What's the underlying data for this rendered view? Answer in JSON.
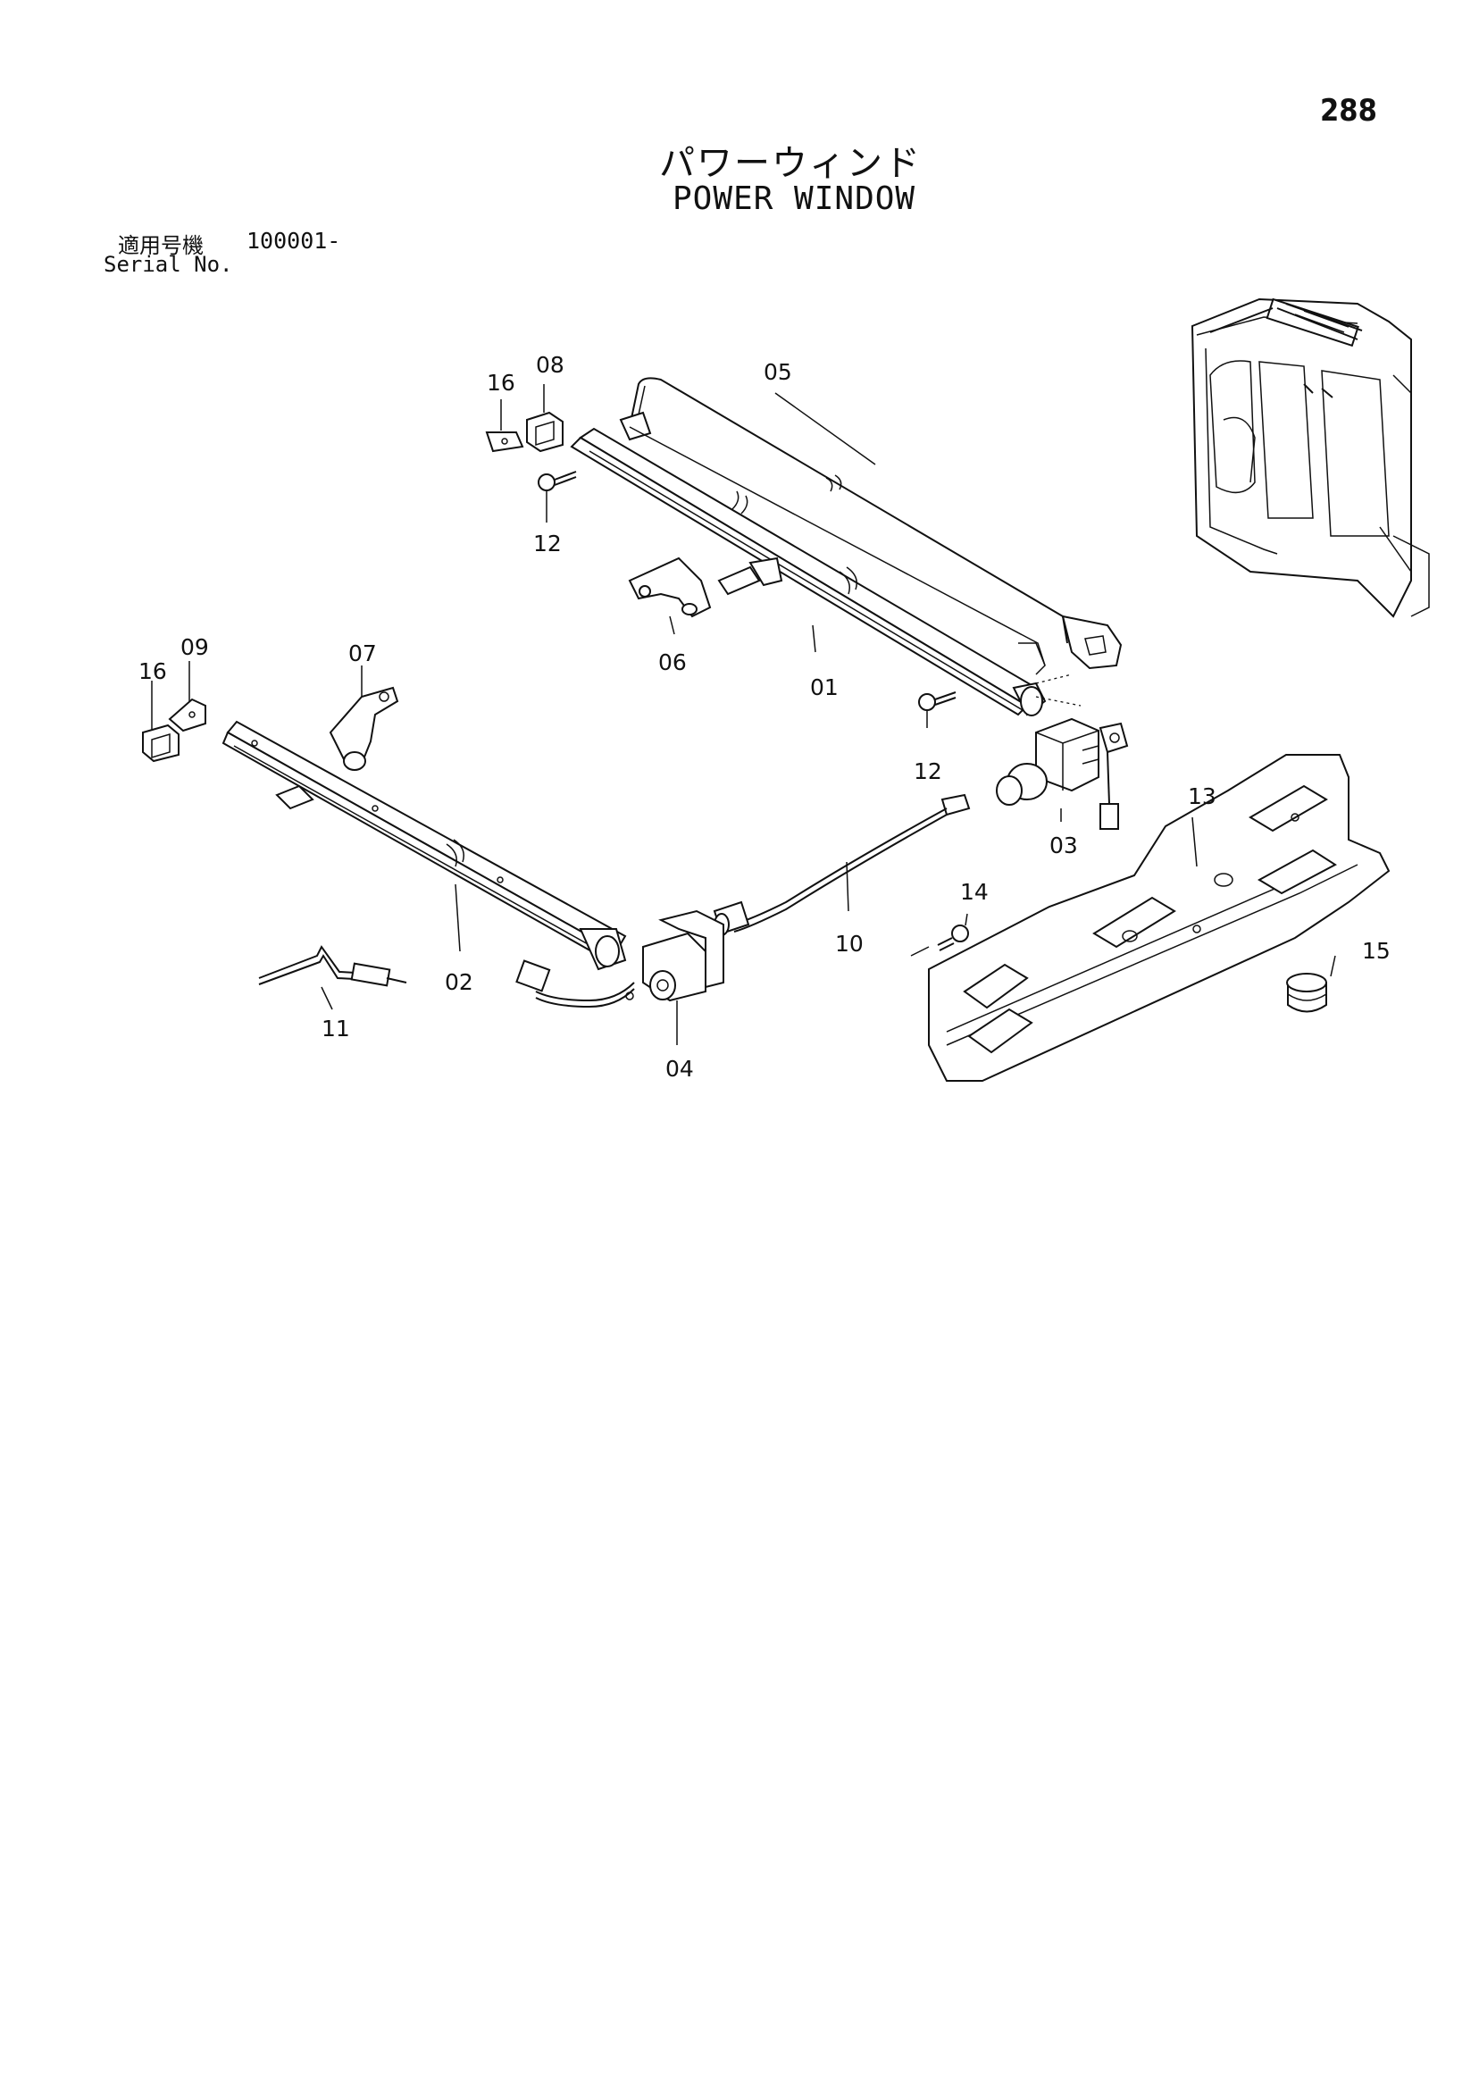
{
  "page_number": "288",
  "title_ja": "パワーウィンド",
  "title_en": "POWER WINDOW",
  "serial": {
    "label_ja": "適用号機",
    "value": "100001-",
    "label_en": "Serial No."
  },
  "callouts": {
    "p01": "01",
    "p02": "02",
    "p03": "03",
    "p04": "04",
    "p05": "05",
    "p06": "06",
    "p07": "07",
    "p08": "08",
    "p09": "09",
    "p10": "10",
    "p11": "11",
    "p12a": "12",
    "p12b": "12",
    "p13": "13",
    "p14": "14",
    "p15": "15",
    "p16a": "16",
    "p16b": "16"
  }
}
